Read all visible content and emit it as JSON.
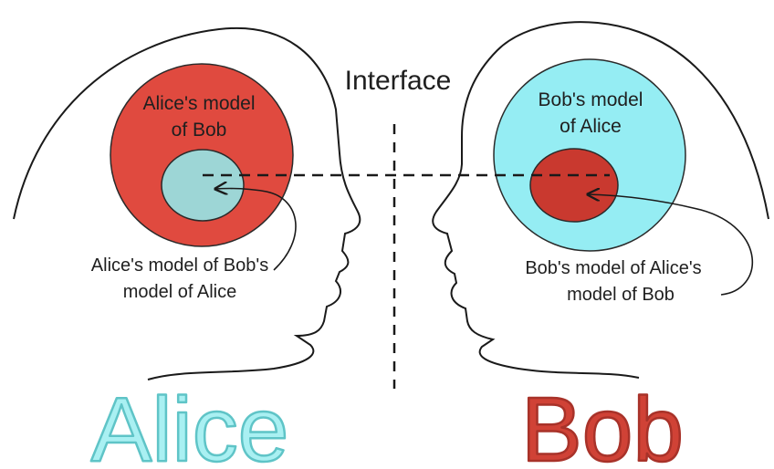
{
  "interface_label": "Interface",
  "alice": {
    "name": "Alice",
    "outer_label_line1": "Alice's model",
    "outer_label_line2": "of Bob",
    "inner_caption_line1": "Alice's model of Bob's",
    "inner_caption_line2": "model of Alice"
  },
  "bob": {
    "name": "Bob",
    "outer_label_line1": "Bob's model",
    "outer_label_line2": "of Alice",
    "inner_caption_line1": "Bob's model of Alice's",
    "inner_caption_line2": "model of Bob"
  },
  "colors": {
    "red": "#e04a3f",
    "cyan": "#95edf3",
    "teal_inner": "#9dd6d6",
    "dark_red_inner": "#c9392f",
    "alice_name_fill": "#a9f0f2",
    "alice_name_stroke": "#5fc4c7",
    "bob_name_fill": "#d04236",
    "bob_name_stroke": "#a83229",
    "line": "#1a1a1a"
  }
}
